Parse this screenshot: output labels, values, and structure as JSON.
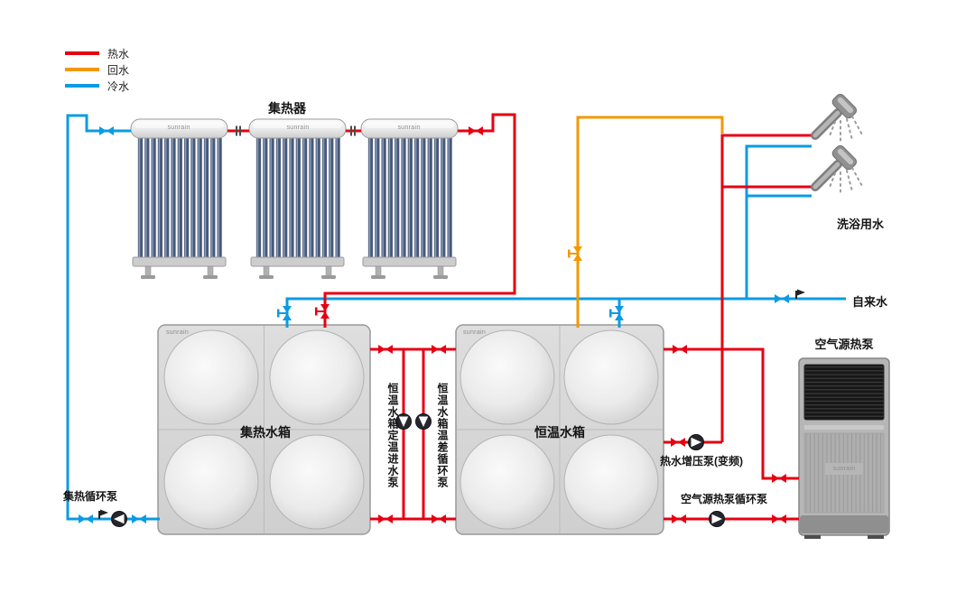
{
  "diagram": {
    "brand": "sunrain",
    "colors": {
      "hot": "#e60012",
      "return": "#f39800",
      "cold": "#0b9be3"
    },
    "legend": {
      "items": [
        {
          "label": "热水",
          "color": "#e60012"
        },
        {
          "label": "回水",
          "color": "#f39800"
        },
        {
          "label": "冷水",
          "color": "#0b9be3"
        }
      ]
    },
    "labels": {
      "collector": "集热器",
      "tank_left": "集热水箱",
      "tank_right": "恒温水箱",
      "heat_pump": "空气源热泵",
      "shower": "洗浴用水",
      "tap_water": "自来水",
      "collector_pump": "集热循环泵",
      "inlet_pump": "恒温水箱定温进水泵",
      "diff_pump": "恒温水箱温差循环泵",
      "booster_pump": "热水增压泵(变频)",
      "hp_pump": "空气源热泵循环泵"
    }
  }
}
